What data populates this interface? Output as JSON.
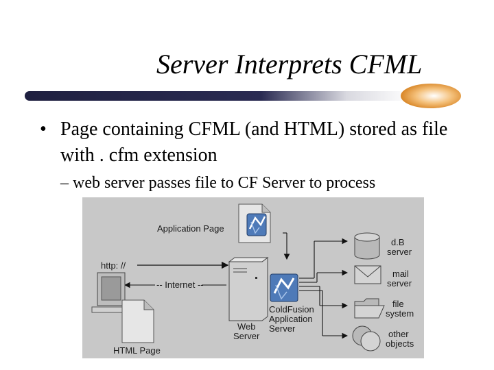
{
  "slide": {
    "title": "Server Interprets CFML",
    "bullet_marker": "•",
    "bullet": "Page containing CFML (and HTML) stored as file with . cfm extension",
    "sub_bullet": "– web server passes file to CF Server to process"
  },
  "diagram": {
    "application_page": "Application Page",
    "http": "http: //",
    "internet": "-- Internet --",
    "web_server": [
      "Web",
      "Server"
    ],
    "coldfusion_server": [
      "ColdFusion",
      "Application",
      "Server"
    ],
    "html_page": "HTML Page",
    "db_server": [
      "d.B",
      "server"
    ],
    "mail_server": [
      "mail",
      "server"
    ],
    "file_system": [
      "file",
      "system"
    ],
    "other_objects": [
      "other",
      "objects"
    ]
  },
  "colors": {
    "bar_dark": "#1f2040",
    "diagram_bg": "#c8c8c8",
    "icon_gray": "#b9b9b9",
    "cf_blue": "#4e7ab8"
  }
}
